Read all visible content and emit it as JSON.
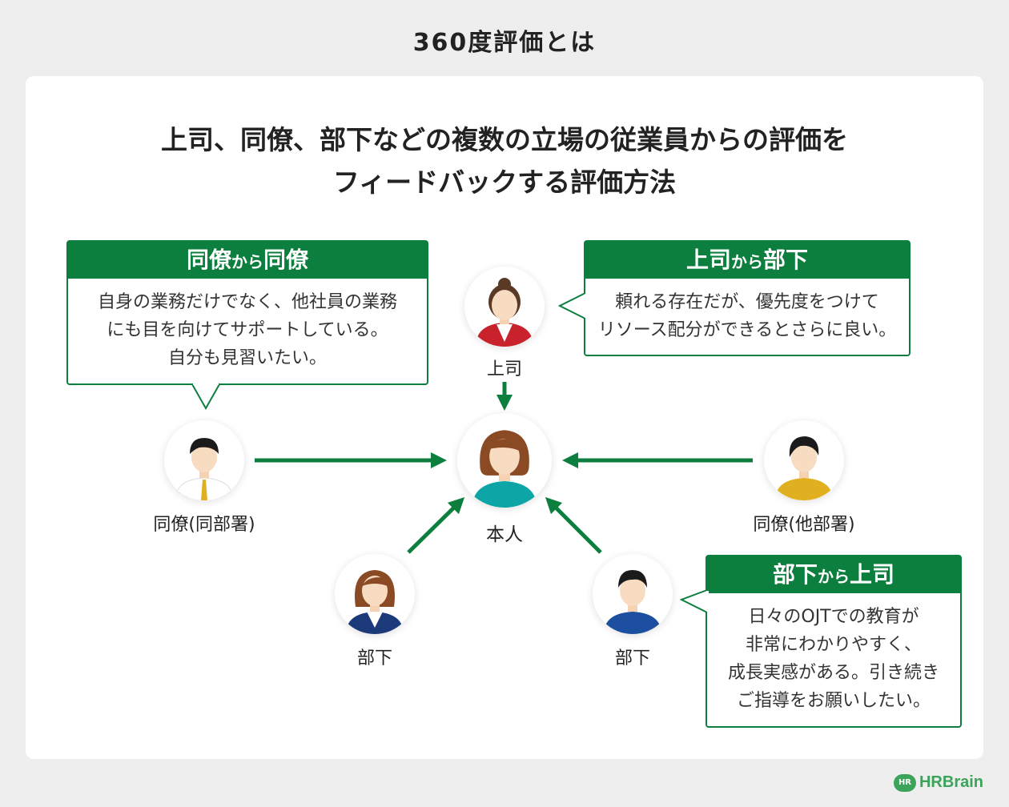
{
  "page_title": "360度評価とは",
  "headline": {
    "line1": "上司、同僚、部下などの複数の立場の従業員からの評価を",
    "line2": "フィードバックする評価方法"
  },
  "people": {
    "center": "本人",
    "boss": "上司",
    "peer_same": "同僚(同部署)",
    "peer_other": "同僚(他部署)",
    "sub_left": "部下",
    "sub_right": "部下"
  },
  "bubbles": {
    "peer": {
      "title_a": "同僚",
      "title_mid": "から",
      "title_b": "同僚",
      "lines": [
        "自身の業務だけでなく、他社員の業務",
        "にも目を向けてサポートしている。",
        "自分も見習いたい。"
      ]
    },
    "boss": {
      "title_a": "上司",
      "title_mid": "から",
      "title_b": "部下",
      "lines": [
        "頼れる存在だが、優先度をつけて",
        "リソース配分ができるとさらに良い。"
      ]
    },
    "sub": {
      "title_a": "部下",
      "title_mid": "から",
      "title_b": "上司",
      "lines": [
        "日々のOJTでの教育が",
        "非常にわかりやすく、",
        "成長実感がある。引き続き",
        "ご指導をお願いしたい。"
      ]
    }
  },
  "logo": {
    "mark": "HR",
    "text": "HRBrain"
  },
  "colors": {
    "accent": "#0c7e3e",
    "logo": "#3ba35a"
  }
}
